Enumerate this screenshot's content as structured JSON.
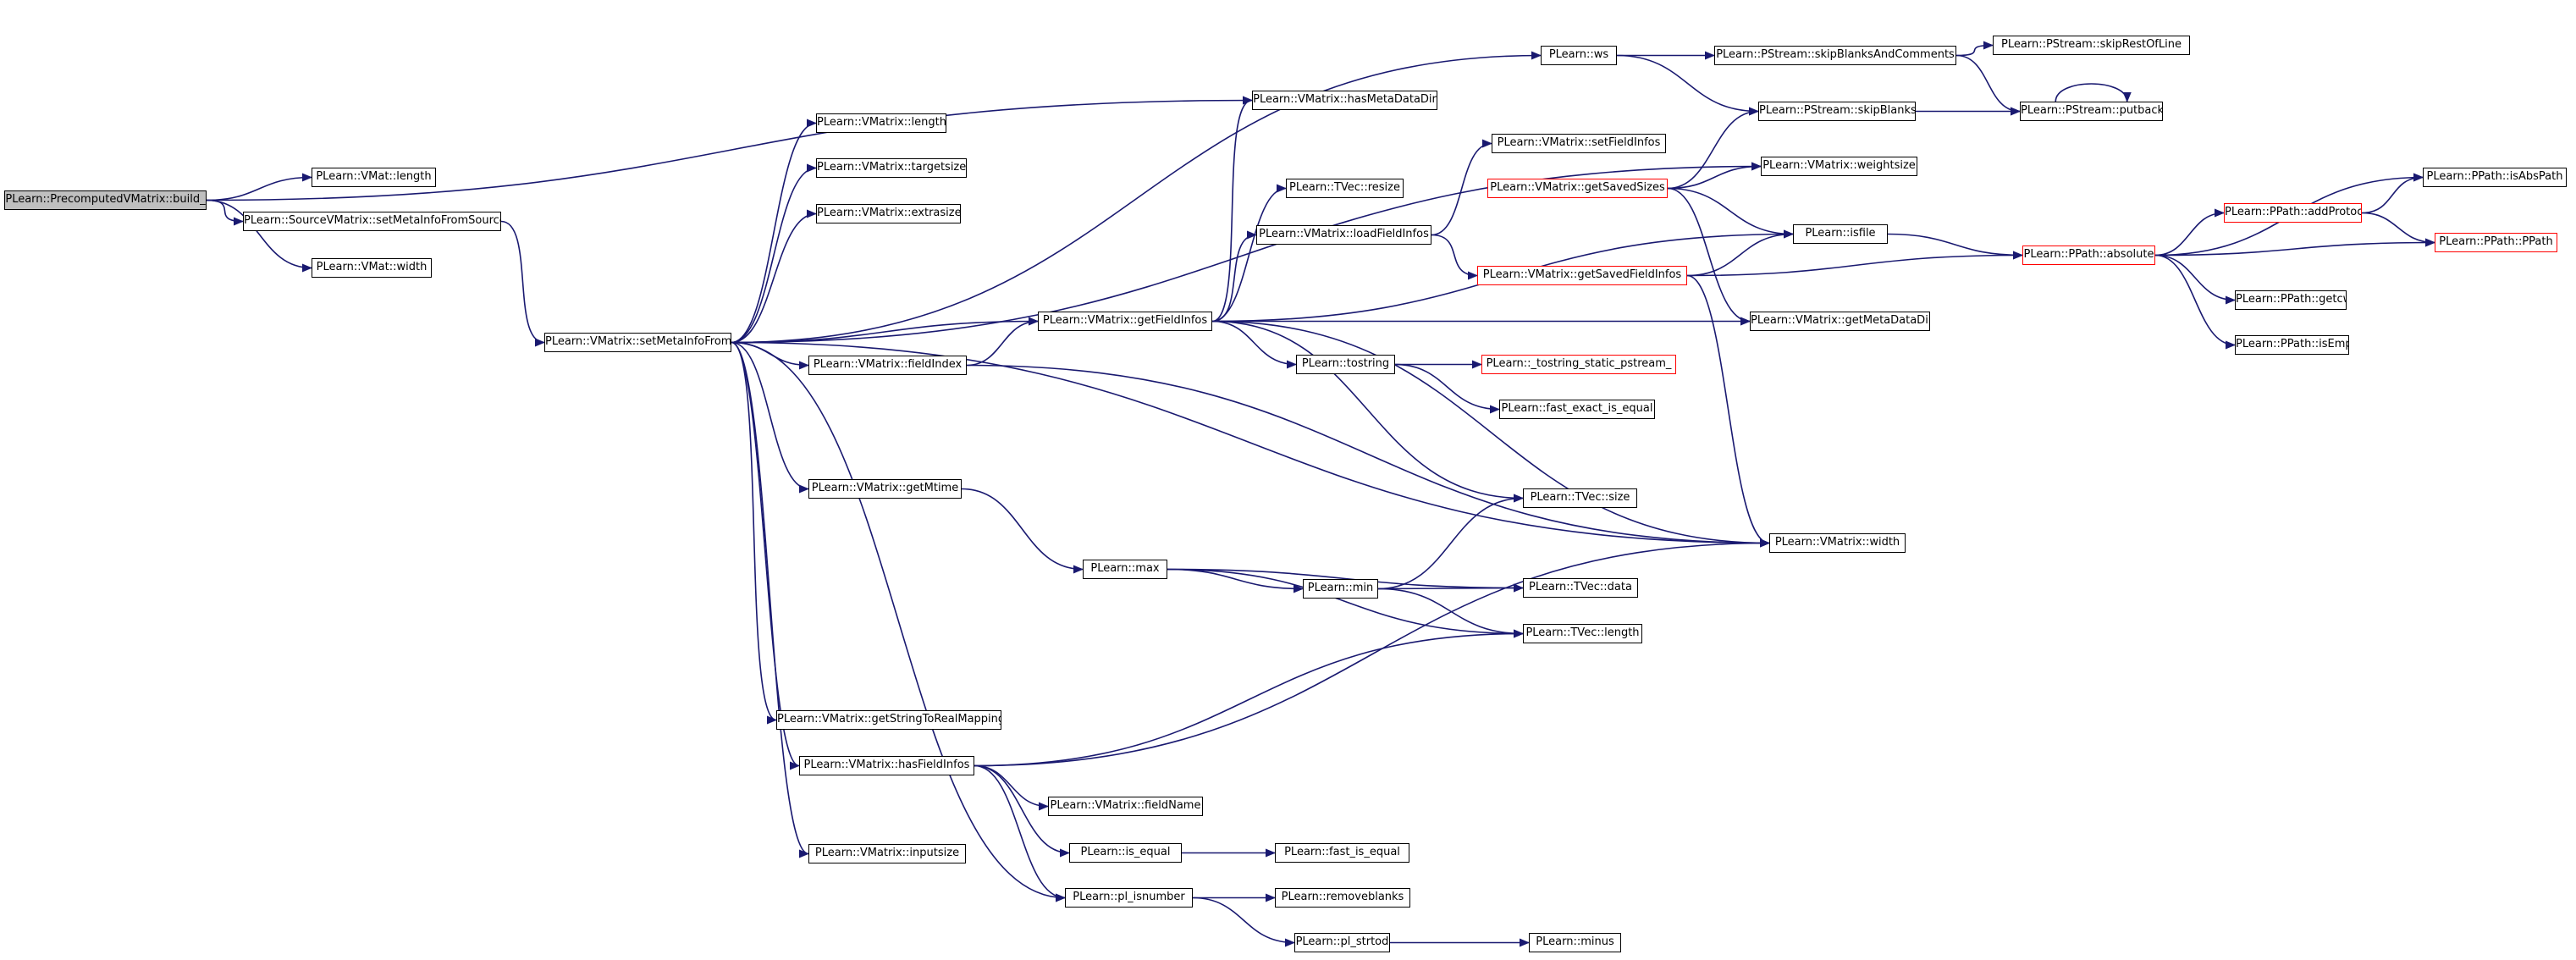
{
  "colors": {
    "edge": "#191970",
    "node_border": "#000000",
    "truncated_border": "#ff0000",
    "root_fill": "#bfbfbf",
    "background": "#ffffff"
  },
  "nodes": {
    "n1": {
      "label": "PLearn::PrecomputedVMatrix::build_",
      "kind": "root"
    },
    "n2": {
      "label": "PLearn::VMat::length"
    },
    "n3": {
      "label": "PLearn::SourceVMatrix::setMetaInfoFromSource"
    },
    "n4": {
      "label": "PLearn::VMat::width"
    },
    "n5": {
      "label": "PLearn::VMatrix::setMetaInfoFrom"
    },
    "n6": {
      "label": "PLearn::VMatrix::length"
    },
    "n7": {
      "label": "PLearn::VMatrix::targetsize"
    },
    "n8": {
      "label": "PLearn::VMatrix::extrasize"
    },
    "n9": {
      "label": "PLearn::VMatrix::fieldIndex"
    },
    "n10": {
      "label": "PLearn::VMatrix::getMtime"
    },
    "n11": {
      "label": "PLearn::VMatrix::getStringToRealMapping"
    },
    "n12": {
      "label": "PLearn::VMatrix::hasFieldInfos"
    },
    "n13": {
      "label": "PLearn::VMatrix::inputsize"
    },
    "n14": {
      "label": "PLearn::VMatrix::hasMetaDataDir"
    },
    "n15": {
      "label": "PLearn::VMatrix::getFieldInfos"
    },
    "n16": {
      "label": "PLearn::max"
    },
    "n17": {
      "label": "PLearn::VMatrix::fieldName"
    },
    "n18": {
      "label": "PLearn::is_equal"
    },
    "n19": {
      "label": "PLearn::pl_isnumber"
    },
    "n20": {
      "label": "PLearn::TVec::resize"
    },
    "n21": {
      "label": "PLearn::VMatrix::loadFieldInfos"
    },
    "n22": {
      "label": "PLearn::tostring"
    },
    "n23": {
      "label": "PLearn::min"
    },
    "n24": {
      "label": "PLearn::fast_is_equal"
    },
    "n25": {
      "label": "PLearn::removeblanks"
    },
    "n26": {
      "label": "PLearn::pl_strtod"
    },
    "n27": {
      "label": "PLearn::VMatrix::setFieldInfos"
    },
    "n28": {
      "label": "PLearn::VMatrix::getSavedSizes",
      "kind": "truncated"
    },
    "n29": {
      "label": "PLearn::VMatrix::getSavedFieldInfos",
      "kind": "truncated"
    },
    "n30": {
      "label": "PLearn::_tostring_static_pstream_",
      "kind": "truncated"
    },
    "n31": {
      "label": "PLearn::fast_exact_is_equal"
    },
    "n32": {
      "label": "PLearn::TVec::size"
    },
    "n33": {
      "label": "PLearn::TVec::data"
    },
    "n34": {
      "label": "PLearn::TVec::length"
    },
    "n35": {
      "label": "PLearn::minus"
    },
    "n36": {
      "label": "PLearn::ws"
    },
    "n37": {
      "label": "PLearn::PStream::skipBlanksAndComments"
    },
    "n38": {
      "label": "PLearn::PStream::skipBlanks"
    },
    "n39": {
      "label": "PLearn::VMatrix::weightsize"
    },
    "n40": {
      "label": "PLearn::isfile"
    },
    "n41": {
      "label": "PLearn::VMatrix::getMetaDataDir"
    },
    "n42": {
      "label": "PLearn::VMatrix::width"
    },
    "n43": {
      "label": "PLearn::PStream::skipRestOfLine"
    },
    "n44": {
      "label": "PLearn::PStream::putback"
    },
    "n45": {
      "label": "PLearn::PPath::absolute",
      "kind": "truncated"
    },
    "n46": {
      "label": "PLearn::PPath::addProtocol",
      "kind": "truncated"
    },
    "n47": {
      "label": "PLearn::PPath::getcwd"
    },
    "n48": {
      "label": "PLearn::PPath::isEmpty"
    },
    "n49": {
      "label": "PLearn::PPath::isAbsPath"
    },
    "n50": {
      "label": "PLearn::PPath::PPath",
      "kind": "truncated"
    }
  },
  "edges": [
    [
      "n1",
      "n2"
    ],
    [
      "n1",
      "n3"
    ],
    [
      "n1",
      "n4"
    ],
    [
      "n1",
      "n14"
    ],
    [
      "n3",
      "n5"
    ],
    [
      "n5",
      "n6"
    ],
    [
      "n5",
      "n7"
    ],
    [
      "n5",
      "n8"
    ],
    [
      "n5",
      "n9"
    ],
    [
      "n5",
      "n10"
    ],
    [
      "n5",
      "n11"
    ],
    [
      "n5",
      "n12"
    ],
    [
      "n5",
      "n13"
    ],
    [
      "n5",
      "n15"
    ],
    [
      "n5",
      "n19"
    ],
    [
      "n5",
      "n36"
    ],
    [
      "n5",
      "n39"
    ],
    [
      "n5",
      "n42"
    ],
    [
      "n9",
      "n15"
    ],
    [
      "n9",
      "n42"
    ],
    [
      "n10",
      "n16"
    ],
    [
      "n12",
      "n17"
    ],
    [
      "n12",
      "n18"
    ],
    [
      "n12",
      "n19"
    ],
    [
      "n12",
      "n34"
    ],
    [
      "n12",
      "n42"
    ],
    [
      "n15",
      "n14"
    ],
    [
      "n15",
      "n20"
    ],
    [
      "n15",
      "n21"
    ],
    [
      "n15",
      "n22"
    ],
    [
      "n15",
      "n32"
    ],
    [
      "n15",
      "n40"
    ],
    [
      "n15",
      "n41"
    ],
    [
      "n15",
      "n42"
    ],
    [
      "n16",
      "n23"
    ],
    [
      "n16",
      "n33"
    ],
    [
      "n16",
      "n34"
    ],
    [
      "n18",
      "n24"
    ],
    [
      "n19",
      "n25"
    ],
    [
      "n19",
      "n26"
    ],
    [
      "n21",
      "n27"
    ],
    [
      "n21",
      "n29"
    ],
    [
      "n22",
      "n30"
    ],
    [
      "n22",
      "n31"
    ],
    [
      "n23",
      "n32"
    ],
    [
      "n23",
      "n33"
    ],
    [
      "n23",
      "n34"
    ],
    [
      "n26",
      "n35"
    ],
    [
      "n28",
      "n38"
    ],
    [
      "n28",
      "n39"
    ],
    [
      "n28",
      "n40"
    ],
    [
      "n28",
      "n41"
    ],
    [
      "n29",
      "n40"
    ],
    [
      "n29",
      "n45"
    ],
    [
      "n29",
      "n42"
    ],
    [
      "n36",
      "n37"
    ],
    [
      "n36",
      "n38"
    ],
    [
      "n37",
      "n43"
    ],
    [
      "n37",
      "n44"
    ],
    [
      "n38",
      "n44"
    ],
    [
      "n44",
      "n44"
    ],
    [
      "n40",
      "n45"
    ],
    [
      "n45",
      "n46"
    ],
    [
      "n45",
      "n47"
    ],
    [
      "n45",
      "n48"
    ],
    [
      "n45",
      "n49"
    ],
    [
      "n45",
      "n50"
    ],
    [
      "n46",
      "n49"
    ],
    [
      "n46",
      "n50"
    ]
  ]
}
